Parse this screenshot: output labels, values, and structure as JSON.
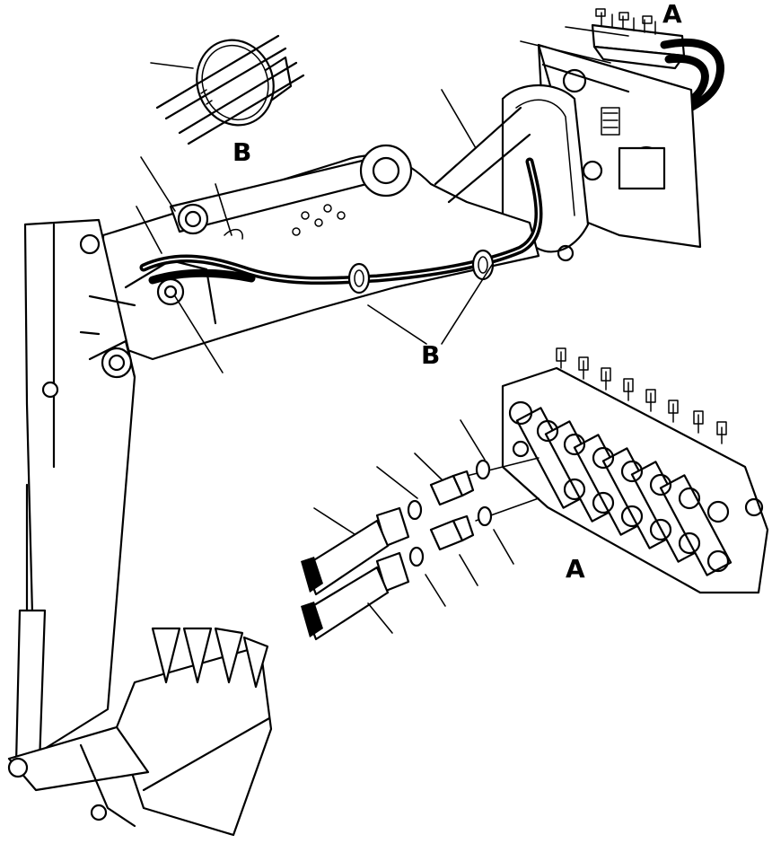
{
  "callouts": {
    "a_top": "A",
    "a_valve": "A",
    "b_clamp": "B",
    "b_boom": "B"
  }
}
